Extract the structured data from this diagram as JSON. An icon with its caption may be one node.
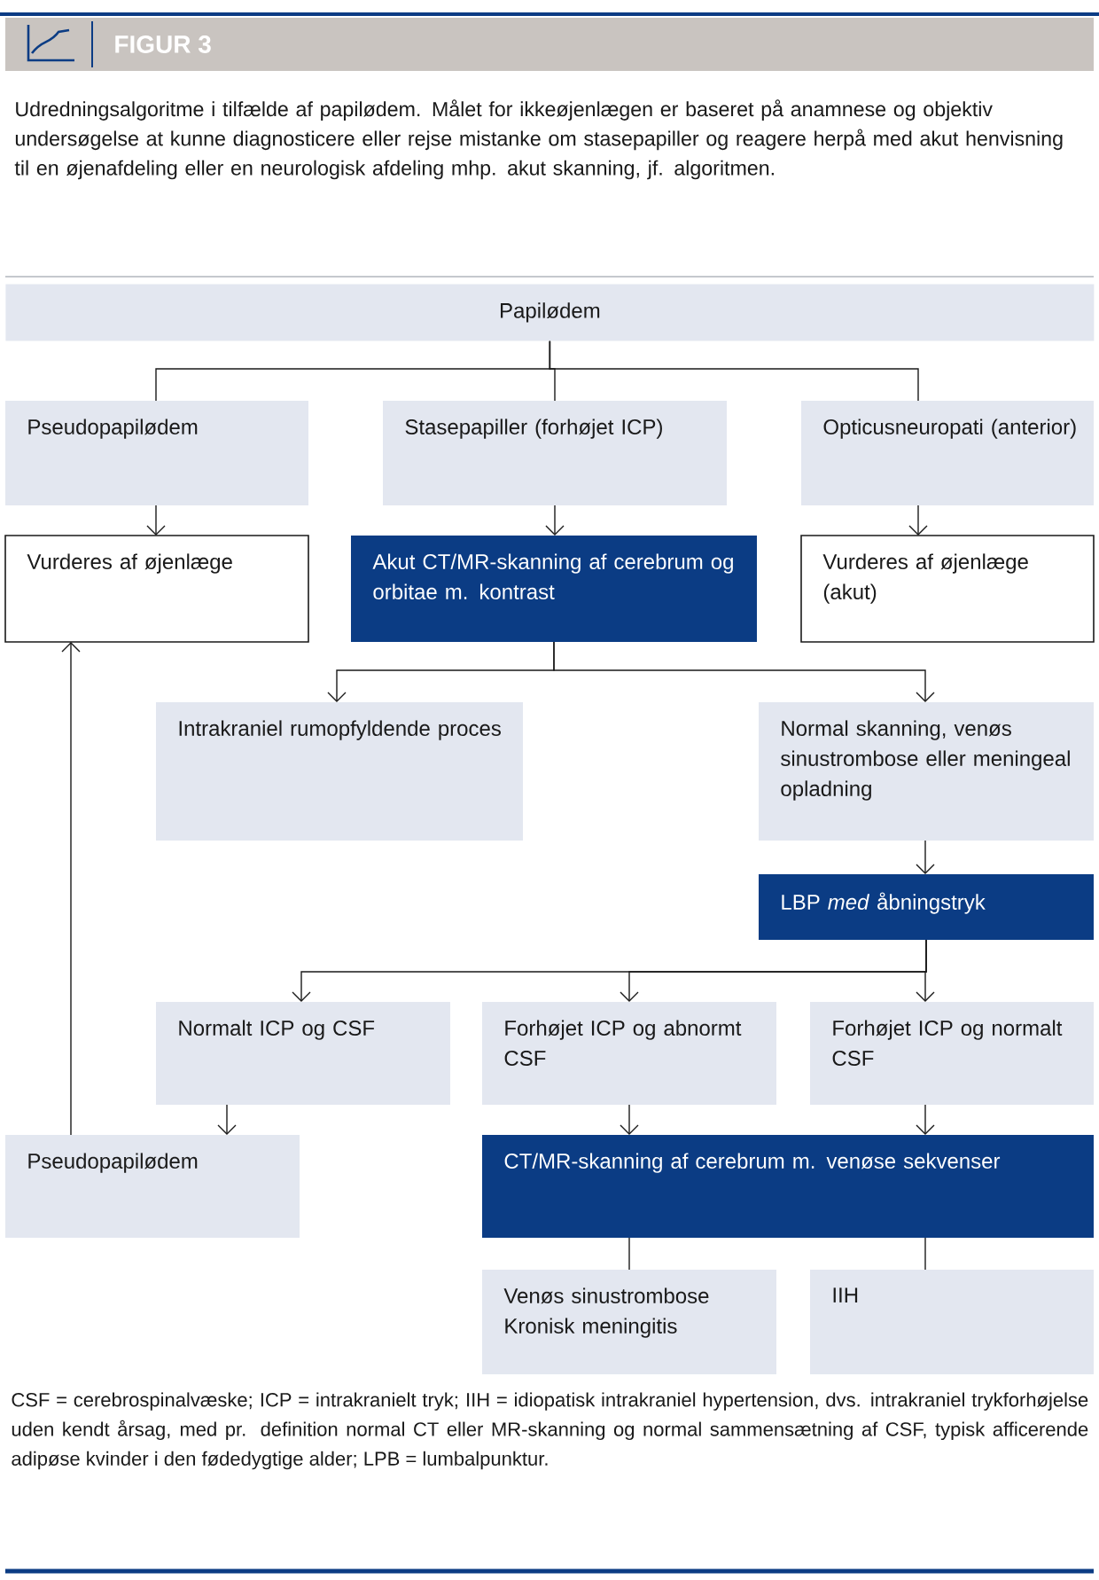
{
  "diagram": {
    "title": "FIGUR 3",
    "caption": "Udredningsalgoritme i tilfælde af papilødem. Målet for ikkeøjenlægen er baseret på anamnese og objektiv undersøgelse at kunne diagnosticere eller rejse mistanke om stasepapiller og reagere herpå med akut henvisning til en øjenafdeling eller en neurologisk afdeling mhp. akut skanning, jf. algoritmen.",
    "nodes": [
      {
        "text": [
          "Papilødem"
        ]
      },
      {
        "text": [
          "Pseudopapilødem"
        ]
      },
      {
        "text": [
          "Stasepapiller (forhøjet ICP)"
        ]
      },
      {
        "text": [
          "Opticusneuropati (anterior)"
        ]
      },
      {
        "text": [
          "Vurderes af øjenlæge"
        ]
      },
      {
        "text": [
          "Akut CT/MR-skanning af cerebrum og orbitae m. kontrast"
        ]
      },
      {
        "text": [
          "Vurderes af øjenlæge (akut)"
        ]
      },
      {
        "text": [
          "Intrakraniel rumopfyldende proces"
        ]
      },
      {
        "text": [
          "Normal skanning, venøs sinustrombose eller meningeal opladning"
        ]
      },
      {
        "text": [
          "LBP *med* åbningstryk"
        ]
      },
      {
        "text": [
          "Normalt ICP og CSF"
        ]
      },
      {
        "text": [
          "Forhøjet ICP og abnormt CSF"
        ]
      },
      {
        "text": [
          "Forhøjet ICP og normalt CSF"
        ]
      },
      {
        "text": [
          "Pseudopapilødem"
        ]
      },
      {
        "text": [
          "CT/MR-skanning af cerebrum m. venøse sekvenser"
        ]
      },
      {
        "text": [
          "Venøs sinustrombose",
          "Kronisk meningitis"
        ]
      },
      {
        "text": [
          "IIH"
        ]
      }
    ],
    "edges": [
      {
        "from": 0,
        "to": 1,
        "arrow": "none"
      },
      {
        "from": 0,
        "to": 2,
        "arrow": "none"
      },
      {
        "from": 0,
        "to": 3,
        "arrow": "none"
      },
      {
        "from": 1,
        "to": 4,
        "arrow": "to"
      },
      {
        "from": 2,
        "to": 5,
        "arrow": "to"
      },
      {
        "from": 3,
        "to": 6,
        "arrow": "to"
      },
      {
        "from": 5,
        "to": 7,
        "arrow": "to"
      },
      {
        "from": 5,
        "to": 8,
        "arrow": "to"
      },
      {
        "from": 8,
        "to": 9,
        "arrow": "to"
      },
      {
        "from": 9,
        "to": 10,
        "arrow": "to"
      },
      {
        "from": 9,
        "to": 11,
        "arrow": "to"
      },
      {
        "from": 9,
        "to": 12,
        "arrow": "to"
      },
      {
        "from": 10,
        "to": 13,
        "arrow": "to"
      },
      {
        "from": 11,
        "to": 14,
        "arrow": "to"
      },
      {
        "from": 12,
        "to": 14,
        "arrow": "to"
      },
      {
        "from": 14,
        "to": 15,
        "arrow": "none"
      },
      {
        "from": 14,
        "to": 16,
        "arrow": "none"
      },
      {
        "from": 13,
        "to": 4,
        "arrow": "to"
      }
    ],
    "labels": [
      "CSF = cerebrospinalvæske; ICP = intrakranielt tryk; IIH = idiopatisk intrakraniel hypertension, dvs. intrakraniel trykforhøjelse uden kendt årsag, med pr. definition normal CT eller MR-skanning og normal sammensætning af CSF, typisk afficerende adipøse kvinder i den fødedygtige alder; LPB = lumbalpunktur."
    ]
  }
}
